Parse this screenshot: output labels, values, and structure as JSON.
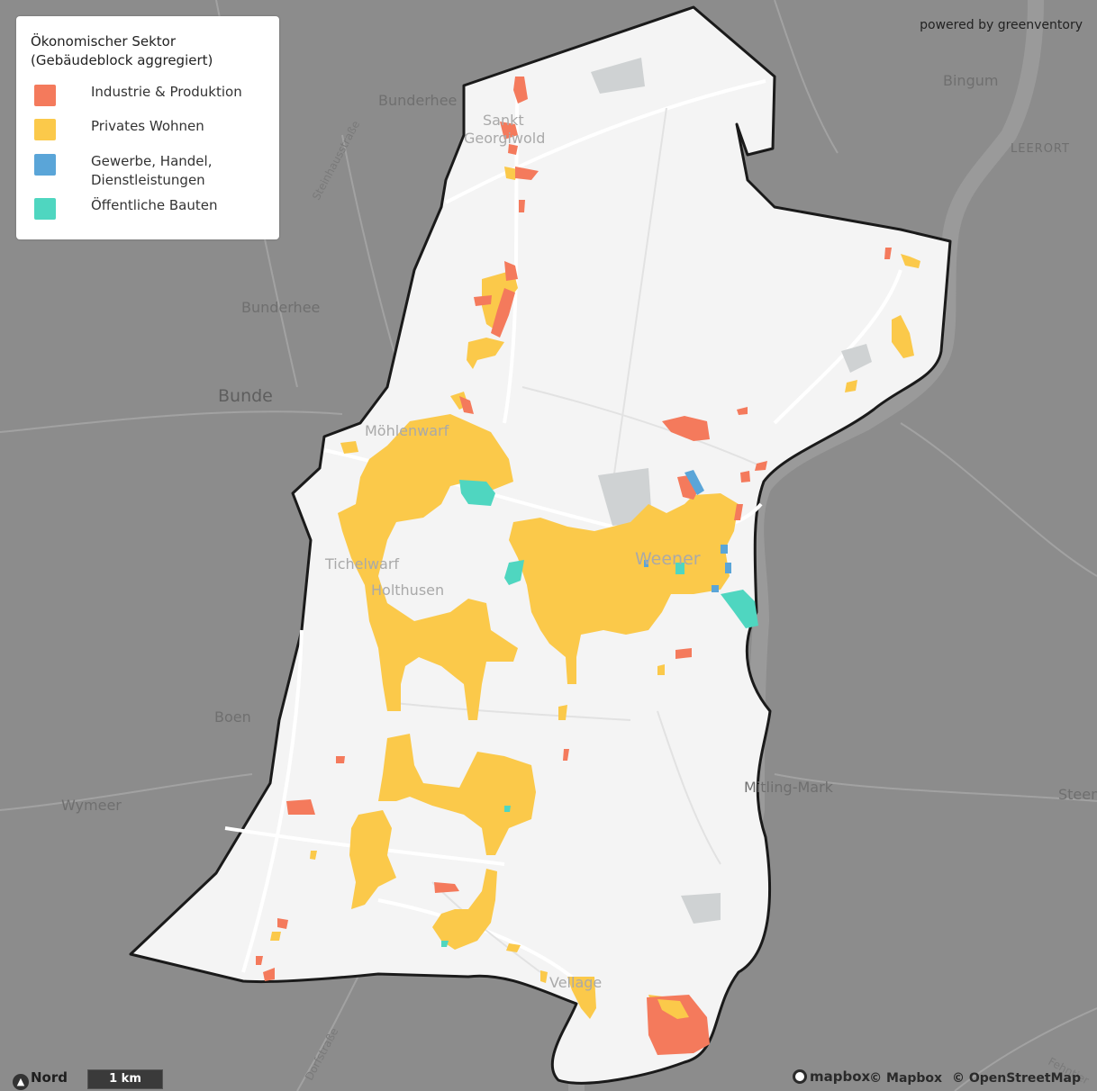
{
  "attribution_top": "powered by greenventory",
  "legend": {
    "title_line1": "Ökonomischer Sektor",
    "title_line2": "(Gebäudeblock aggregiert)",
    "items": [
      {
        "label_line1": "Industrie & Produktion",
        "label_line2": "",
        "color": "#f47a5c"
      },
      {
        "label_line1": "Privates Wohnen",
        "label_line2": "",
        "color": "#fbc94a"
      },
      {
        "label_line1": "Gewerbe, Handel,",
        "label_line2": "Dienstleistungen",
        "color": "#5aa5d8"
      },
      {
        "label_line1": "Öffentliche Bauten",
        "label_line2": "",
        "color": "#4fd6c0"
      }
    ]
  },
  "places": {
    "bunderhee_top": "Bunderhee",
    "sankt": "Sankt",
    "georgiwold": "Georgiwold",
    "bingum": "Bingum",
    "leerort": "LEERORT",
    "steinhausstrasse": "Steinhausstraße",
    "bunderhee_mid": "Bunderhee",
    "bunde": "Bunde",
    "moehlenwarf": "Möhlenwarf",
    "tichelwarf": "Tichelwarf",
    "holthusen": "Holthusen",
    "weener": "Weener",
    "boen": "Boen",
    "mitling_mark": "Mitling-Mark",
    "wymeer": "Wymeer",
    "steen": "Steen",
    "vellage": "Vellage",
    "dorfstrasse": "Dorfstraße",
    "fehntjer": "Fehntjer"
  },
  "colors": {
    "industrie": "#f47a5c",
    "wohnen": "#fbc94a",
    "gewerbe": "#5aa5d8",
    "oeffentlich": "#4fd6c0",
    "outside": "#8b8b8b",
    "inside": "#f4f4f4",
    "boundary": "#1a1a1a"
  },
  "controls": {
    "north_label": "Nord",
    "north_icon": "north-arrow-icon",
    "scale_label": "1 km"
  },
  "footer": {
    "mapbox_logo": "mapbox",
    "mapbox_icon": "mapbox-logo-icon",
    "copy_mapbox": "© Mapbox",
    "copy_osm": "© OpenStreetMap"
  }
}
